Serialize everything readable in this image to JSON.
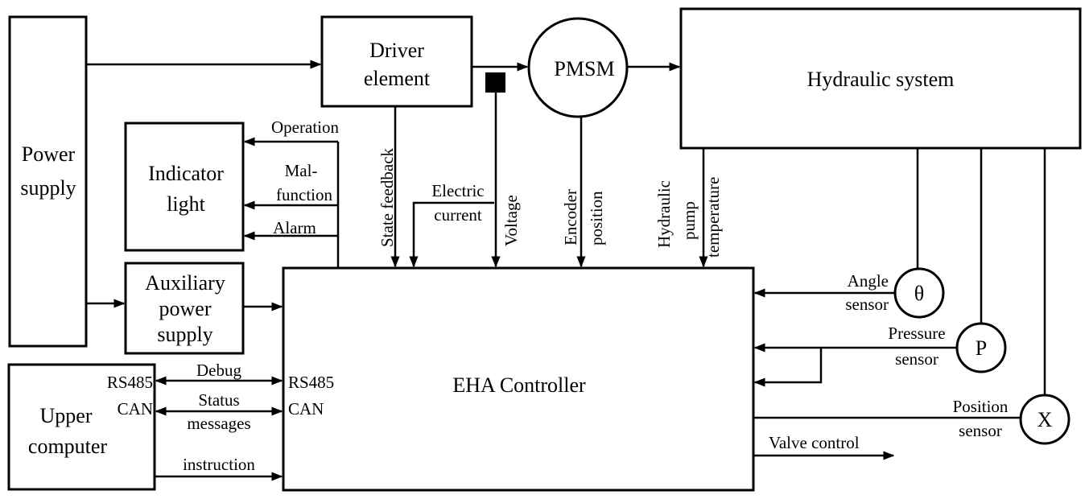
{
  "blocks": {
    "power_supply": [
      "Power",
      "supply"
    ],
    "driver_element": [
      "Driver",
      "element"
    ],
    "pmsm": "PMSM",
    "hydraulic_system": "Hydraulic system",
    "indicator_light": [
      "Indicator",
      "light"
    ],
    "auxiliary_power_supply": [
      "Auxiliary",
      "power",
      "supply"
    ],
    "upper_computer": [
      "Upper",
      "computer"
    ],
    "eha_controller": "EHA Controller"
  },
  "signals": {
    "operation": "Operation",
    "malfunction": [
      "Mal-",
      "function"
    ],
    "alarm": "Alarm",
    "state_feedback": "State feedback",
    "electric_current": [
      "Electric",
      "current"
    ],
    "voltage": "Voltage",
    "encoder_position": [
      "Encoder",
      "position"
    ],
    "hydraulic_pump_temperature": [
      "Hydraulic",
      "pump",
      "temperature"
    ],
    "debug": "Debug",
    "status_messages": [
      "Status",
      "messages"
    ],
    "instruction": "instruction",
    "valve_control": "Valve control"
  },
  "ports": {
    "upper_left": [
      "RS485",
      "CAN"
    ],
    "controller_left": [
      "RS485",
      "CAN"
    ]
  },
  "sensors": {
    "angle": {
      "symbol": "θ",
      "label": [
        "Angle",
        "sensor"
      ]
    },
    "pressure": {
      "symbol": "P",
      "label": [
        "Pressure",
        "sensor"
      ]
    },
    "position": {
      "symbol": "X",
      "label": [
        "Position",
        "sensor"
      ]
    }
  }
}
